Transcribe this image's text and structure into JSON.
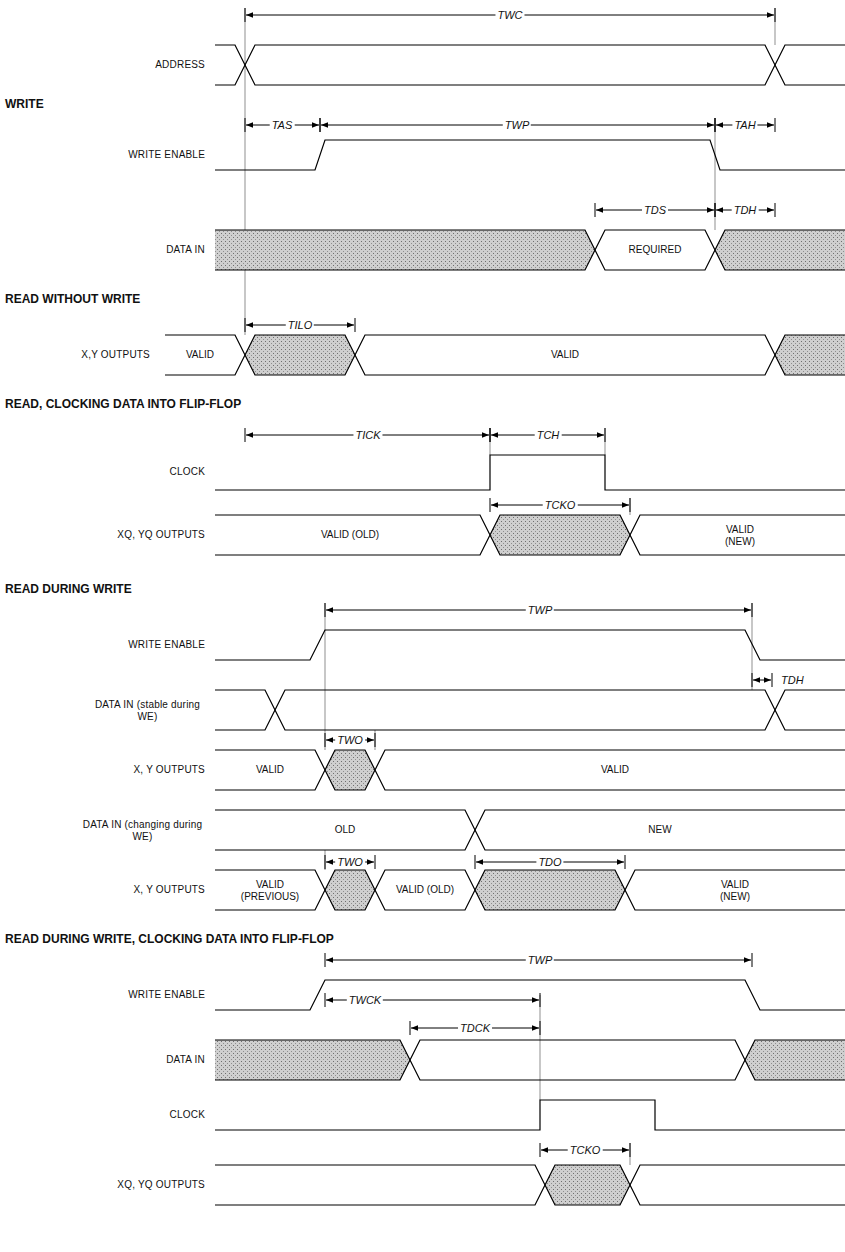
{
  "diagram": {
    "labels": [
      "TWC",
      "ADDRESS",
      "WRITE",
      "TAS",
      "TWP",
      "TAH",
      "WRITE ENABLE",
      "TDS",
      "TDH",
      "DATA IN",
      "REQUIRED",
      "READ WITHOUT WRITE",
      "TILO",
      "X,Y OUTPUTS",
      "VALID",
      "VALID",
      "READ, CLOCKING DATA INTO FLIP-FLOP",
      "TICK",
      "TCH",
      "CLOCK",
      "TCKO",
      "XQ, YQ OUTPUTS",
      "VALID (OLD)",
      "VALID (NEW)",
      "READ DURING WRITE",
      "TWP",
      "WRITE ENABLE",
      "TDH",
      "DATA IN (stable during WE)",
      "TWO",
      "X, Y OUTPUTS",
      "VALID",
      "VALID",
      "DATA IN (changing during WE)",
      "OLD",
      "NEW",
      "TWO",
      "TDO",
      "X, Y OUTPUTS",
      "VALID (PREVIOUS)",
      "VALID (OLD)",
      "VALID (NEW)",
      "READ DURING WRITE, CLOCKING DATA INTO FLIP-FLOP",
      "TWP",
      "WRITE ENABLE",
      "TWCK",
      "TDCK",
      "DATA IN",
      "CLOCK",
      "TCKO",
      "XQ, YQ OUTPUTS"
    ]
  }
}
